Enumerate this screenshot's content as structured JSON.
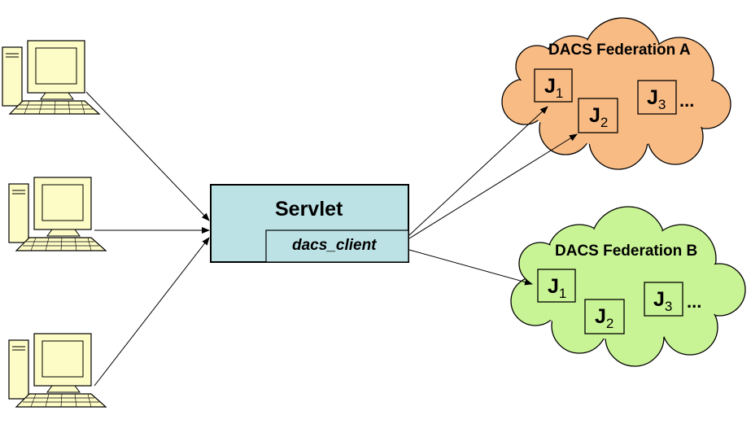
{
  "colors": {
    "federation_a_fill": "#f9bb84",
    "federation_b_fill": "#c9f495",
    "servlet_fill": "#bce2e5",
    "monitor_fill": "#fdfbc6",
    "line": "#000000"
  },
  "icons": {
    "client_workstation": "desktop-computer-icon",
    "federation": "cloud-icon"
  },
  "servlet": {
    "title": "Servlet",
    "client_label": "dacs_client"
  },
  "federations": [
    {
      "title": "DACS Federation A",
      "jobs": [
        {
          "letter": "J",
          "sub": "1"
        },
        {
          "letter": "J",
          "sub": "2"
        },
        {
          "letter": "J",
          "sub": "3"
        }
      ],
      "more": "..."
    },
    {
      "title": "DACS Federation B",
      "jobs": [
        {
          "letter": "J",
          "sub": "1"
        },
        {
          "letter": "J",
          "sub": "2"
        },
        {
          "letter": "J",
          "sub": "3"
        }
      ],
      "more": "..."
    }
  ],
  "clients": [
    {
      "icon": "desktop-computer-icon"
    },
    {
      "icon": "desktop-computer-icon"
    },
    {
      "icon": "desktop-computer-icon"
    }
  ]
}
